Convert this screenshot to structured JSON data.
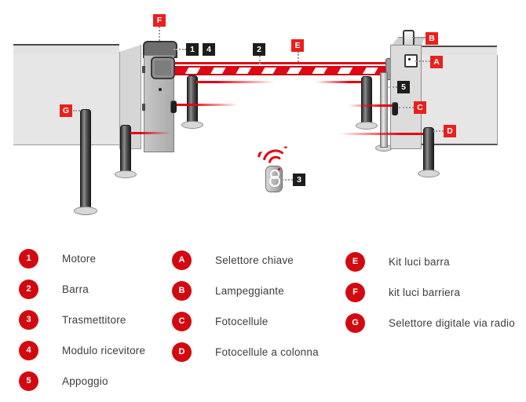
{
  "colors": {
    "marker_red": "#e8211d",
    "marker_black": "#1d1d1b",
    "legend_circle_red": "#d20a10",
    "beam_red": "#e30613",
    "text": "#3d3d3c"
  },
  "markers": {
    "f": "F",
    "n1": "1",
    "n4": "4",
    "n2": "2",
    "e": "E",
    "b": "B",
    "a": "A",
    "n5": "5",
    "c": "C",
    "d": "D",
    "g": "G",
    "n3": "3"
  },
  "legend": {
    "columns": [
      {
        "items": [
          {
            "key": "1",
            "label": "Motore"
          },
          {
            "key": "2",
            "label": "Barra"
          },
          {
            "key": "3",
            "label": "Trasmettitore"
          },
          {
            "key": "4",
            "label": "Modulo ricevitore"
          },
          {
            "key": "5",
            "label": "Appoggio"
          }
        ]
      },
      {
        "items": [
          {
            "key": "A",
            "label": "Selettore chiave"
          },
          {
            "key": "B",
            "label": "Lampeggiante"
          },
          {
            "key": "C",
            "label": "Fotocellule"
          },
          {
            "key": "D",
            "label": "Fotocellule a colonna"
          }
        ]
      },
      {
        "items": [
          {
            "key": "E",
            "label": "Kit luci barra"
          },
          {
            "key": "F",
            "label": "kit luci barriera"
          },
          {
            "key": "G",
            "label": "Selettore digitale via radio"
          }
        ]
      }
    ]
  }
}
